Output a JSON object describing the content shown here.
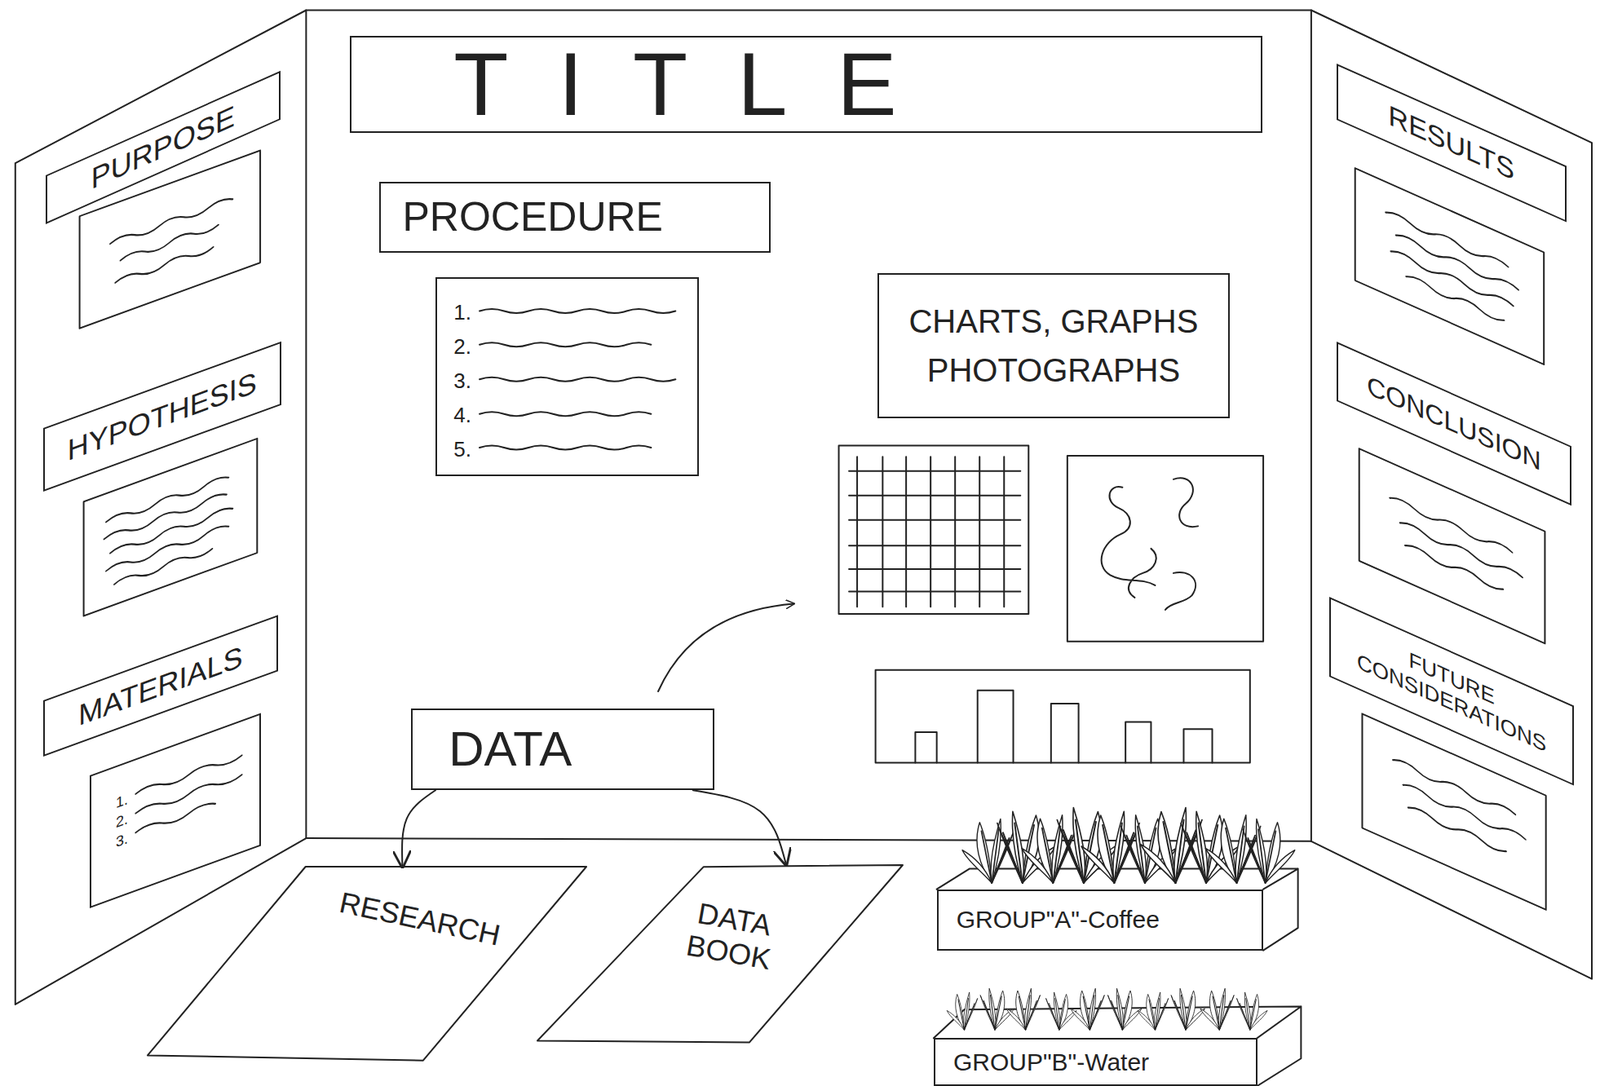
{
  "diagram": {
    "nodes": [
      {
        "text": [
          "TITLE"
        ]
      },
      {
        "text": [
          "PURPOSE"
        ]
      },
      {
        "text": [
          "HYPOTHESIS"
        ]
      },
      {
        "text": [
          "MATERIALS"
        ]
      },
      {
        "text": [
          "1.",
          "2.",
          "3."
        ]
      },
      {
        "text": [
          "PROCEDURE"
        ]
      },
      {
        "text": [
          "1.",
          "2.",
          "3.",
          "4.",
          "5."
        ]
      },
      {
        "text": [
          "CHARTS, GRAPHS PHOTOGRAPHS"
        ]
      },
      {
        "text": [
          "DATA"
        ]
      },
      {
        "text": [
          "RESEARCH"
        ]
      },
      {
        "text": [
          "DATA BOOK"
        ]
      },
      {
        "text": [
          "GROUP\"A\"-Coffee"
        ]
      },
      {
        "text": [
          "GROUP\"B\"-Water"
        ]
      },
      {
        "text": [
          "RESULTS"
        ]
      },
      {
        "text": [
          "CONCLUSION"
        ]
      },
      {
        "text": [
          "FUTURE CONSIDERATIONS"
        ]
      }
    ],
    "edges": [
      {
        "from": 8,
        "to": 9,
        "arrow": "to"
      },
      {
        "from": 8,
        "to": 10,
        "arrow": "to"
      }
    ]
  }
}
